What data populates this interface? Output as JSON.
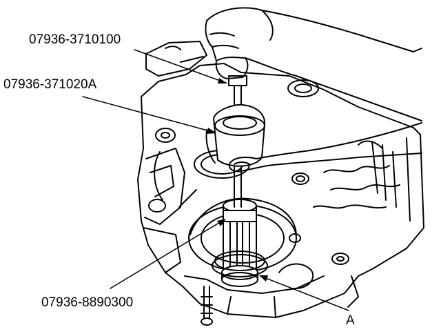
{
  "callouts": {
    "slide_hammer": "07936-3710100",
    "handle": "07936-371020A",
    "bearing_puller": "07936-8890300",
    "part_a": "A"
  },
  "colors": {
    "ink": "#000000",
    "paper": "#ffffff",
    "shade": "#d9d9d9"
  }
}
